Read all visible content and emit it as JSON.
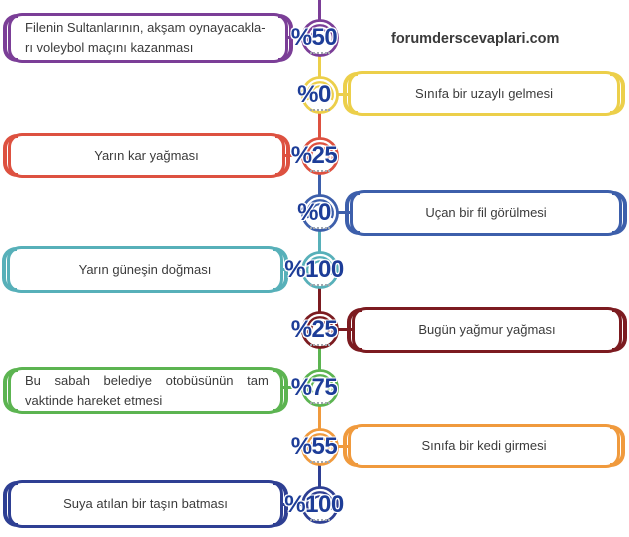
{
  "watermark": "forumderscevaplari.com",
  "colors": {
    "percent_text": "#1d3d98",
    "box_text": "#3b3b3b",
    "watermark_text": "#3a3a3a"
  },
  "items": [
    {
      "side": "left",
      "lines": [
        "Filenin Sultanlarının, akşam oynayacakla-",
        "rı voleybol maçını kazanması"
      ],
      "percent": "%50",
      "color": "#7b3e97"
    },
    {
      "side": "right",
      "lines": [
        "Sınıfa bir uzaylı gelmesi"
      ],
      "percent": "%0",
      "color": "#eccf4a"
    },
    {
      "side": "left",
      "lines": [
        "Yarın kar yağması"
      ],
      "percent": "%25",
      "color": "#dd5140"
    },
    {
      "side": "right",
      "lines": [
        "Uçan bir fil görülmesi"
      ],
      "percent": "%0",
      "color": "#3d5fab"
    },
    {
      "side": "left",
      "lines": [
        "Yarın güneşin doğması"
      ],
      "percent": "%100",
      "color": "#57b0b9"
    },
    {
      "side": "right",
      "lines": [
        "Bugün yağmur yağması"
      ],
      "percent": "%25",
      "color": "#7c1b20"
    },
    {
      "side": "left",
      "lines": [
        "Bu sabah belediye otobüsünün tam",
        "vaktinde hareket etmesi"
      ],
      "percent": "%75",
      "color": "#5cb451"
    },
    {
      "side": "right",
      "lines": [
        "Sınıfa bir kedi girmesi"
      ],
      "percent": "%55",
      "color": "#f09a3d"
    },
    {
      "side": "left",
      "lines": [
        "Suya atılan bir taşın batması"
      ],
      "percent": "%100",
      "color": "#2e3f93"
    }
  ]
}
